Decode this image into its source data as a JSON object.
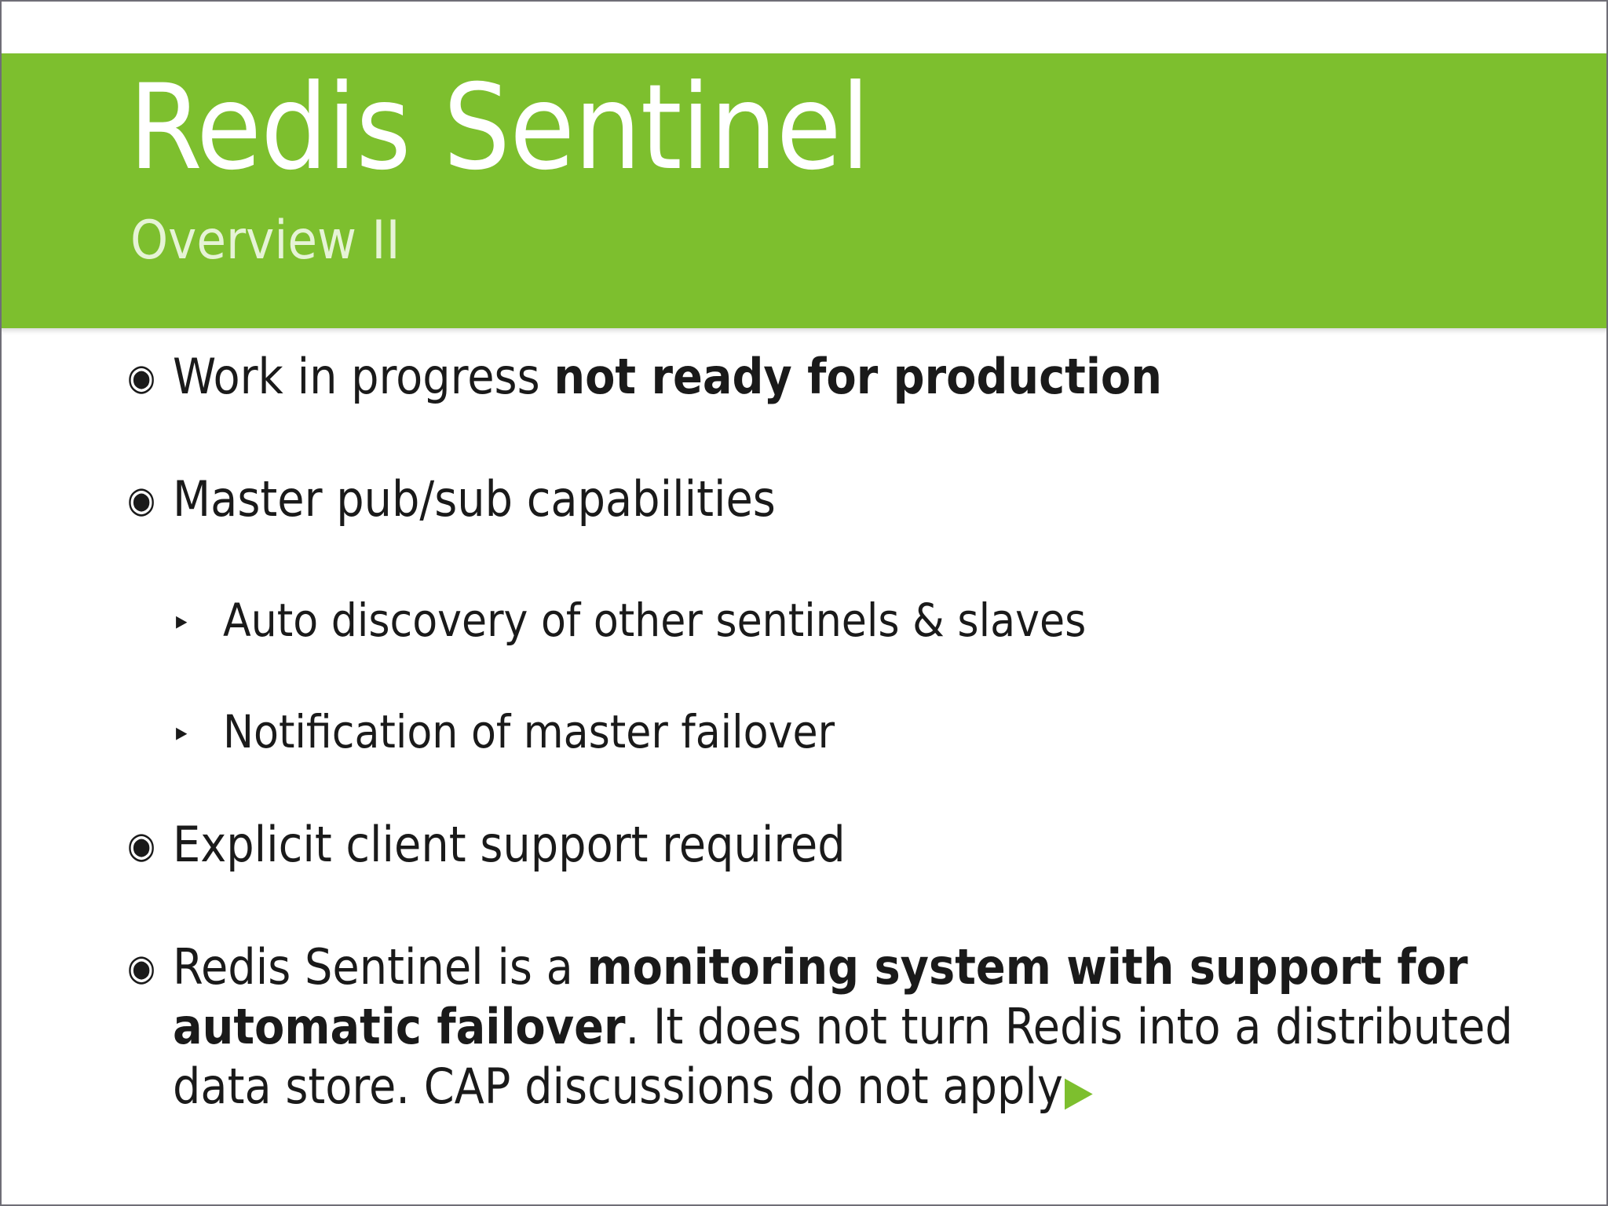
{
  "slide": {
    "header": {
      "title": "Redis Sentinel",
      "subtitle": "Overview II",
      "band_color": "#7dbf2e",
      "title_color": "#ffffff",
      "subtitle_color": "#e6f3d6"
    },
    "bullets": [
      {
        "level": 1,
        "marker": "circled-dot-bullet",
        "marker_glyph": "◉",
        "text_plain": "Work in progress not ready for production",
        "segments": [
          {
            "text": "Work in progress ",
            "bold": false
          },
          {
            "text": "not ready for production",
            "bold": true
          }
        ]
      },
      {
        "level": 1,
        "marker": "circled-dot-bullet",
        "marker_glyph": "◉",
        "text_plain": "Master pub/sub capabilities",
        "segments": [
          {
            "text": "Master pub/sub capabilities",
            "bold": false
          }
        ]
      },
      {
        "level": 2,
        "marker": "triangle-right-bullet",
        "marker_glyph": "▸",
        "text_plain": "Auto discovery of other sentinels & slaves",
        "segments": [
          {
            "text": "Auto discovery of other sentinels & slaves",
            "bold": false
          }
        ]
      },
      {
        "level": 2,
        "marker": "triangle-right-bullet",
        "marker_glyph": "▸",
        "text_plain": "Notification of master failover",
        "segments": [
          {
            "text": "Notification of master failover",
            "bold": false
          }
        ]
      },
      {
        "level": 1,
        "marker": "circled-dot-bullet",
        "marker_glyph": "◉",
        "text_plain": "Explicit client support required",
        "segments": [
          {
            "text": "Explicit client support required",
            "bold": false
          }
        ]
      },
      {
        "level": 1,
        "marker": "circled-dot-bullet",
        "marker_glyph": "◉",
        "text_plain": "Redis Sentinel is a monitoring system with support for automatic failover. It does not turn Redis into a distributed data store. CAP discussions do not apply",
        "segments": [
          {
            "text": "Redis Sentinel is a ",
            "bold": false
          },
          {
            "text": "monitoring system with support for automatic failover",
            "bold": true
          },
          {
            "text": ". It does not turn Redis into a distributed data store. CAP discussions do not apply",
            "bold": false
          }
        ],
        "trailing_icon": "green-triangle-right-icon",
        "trailing_icon_glyph": "▶",
        "trailing_icon_color": "#7dbf2e"
      }
    ]
  }
}
